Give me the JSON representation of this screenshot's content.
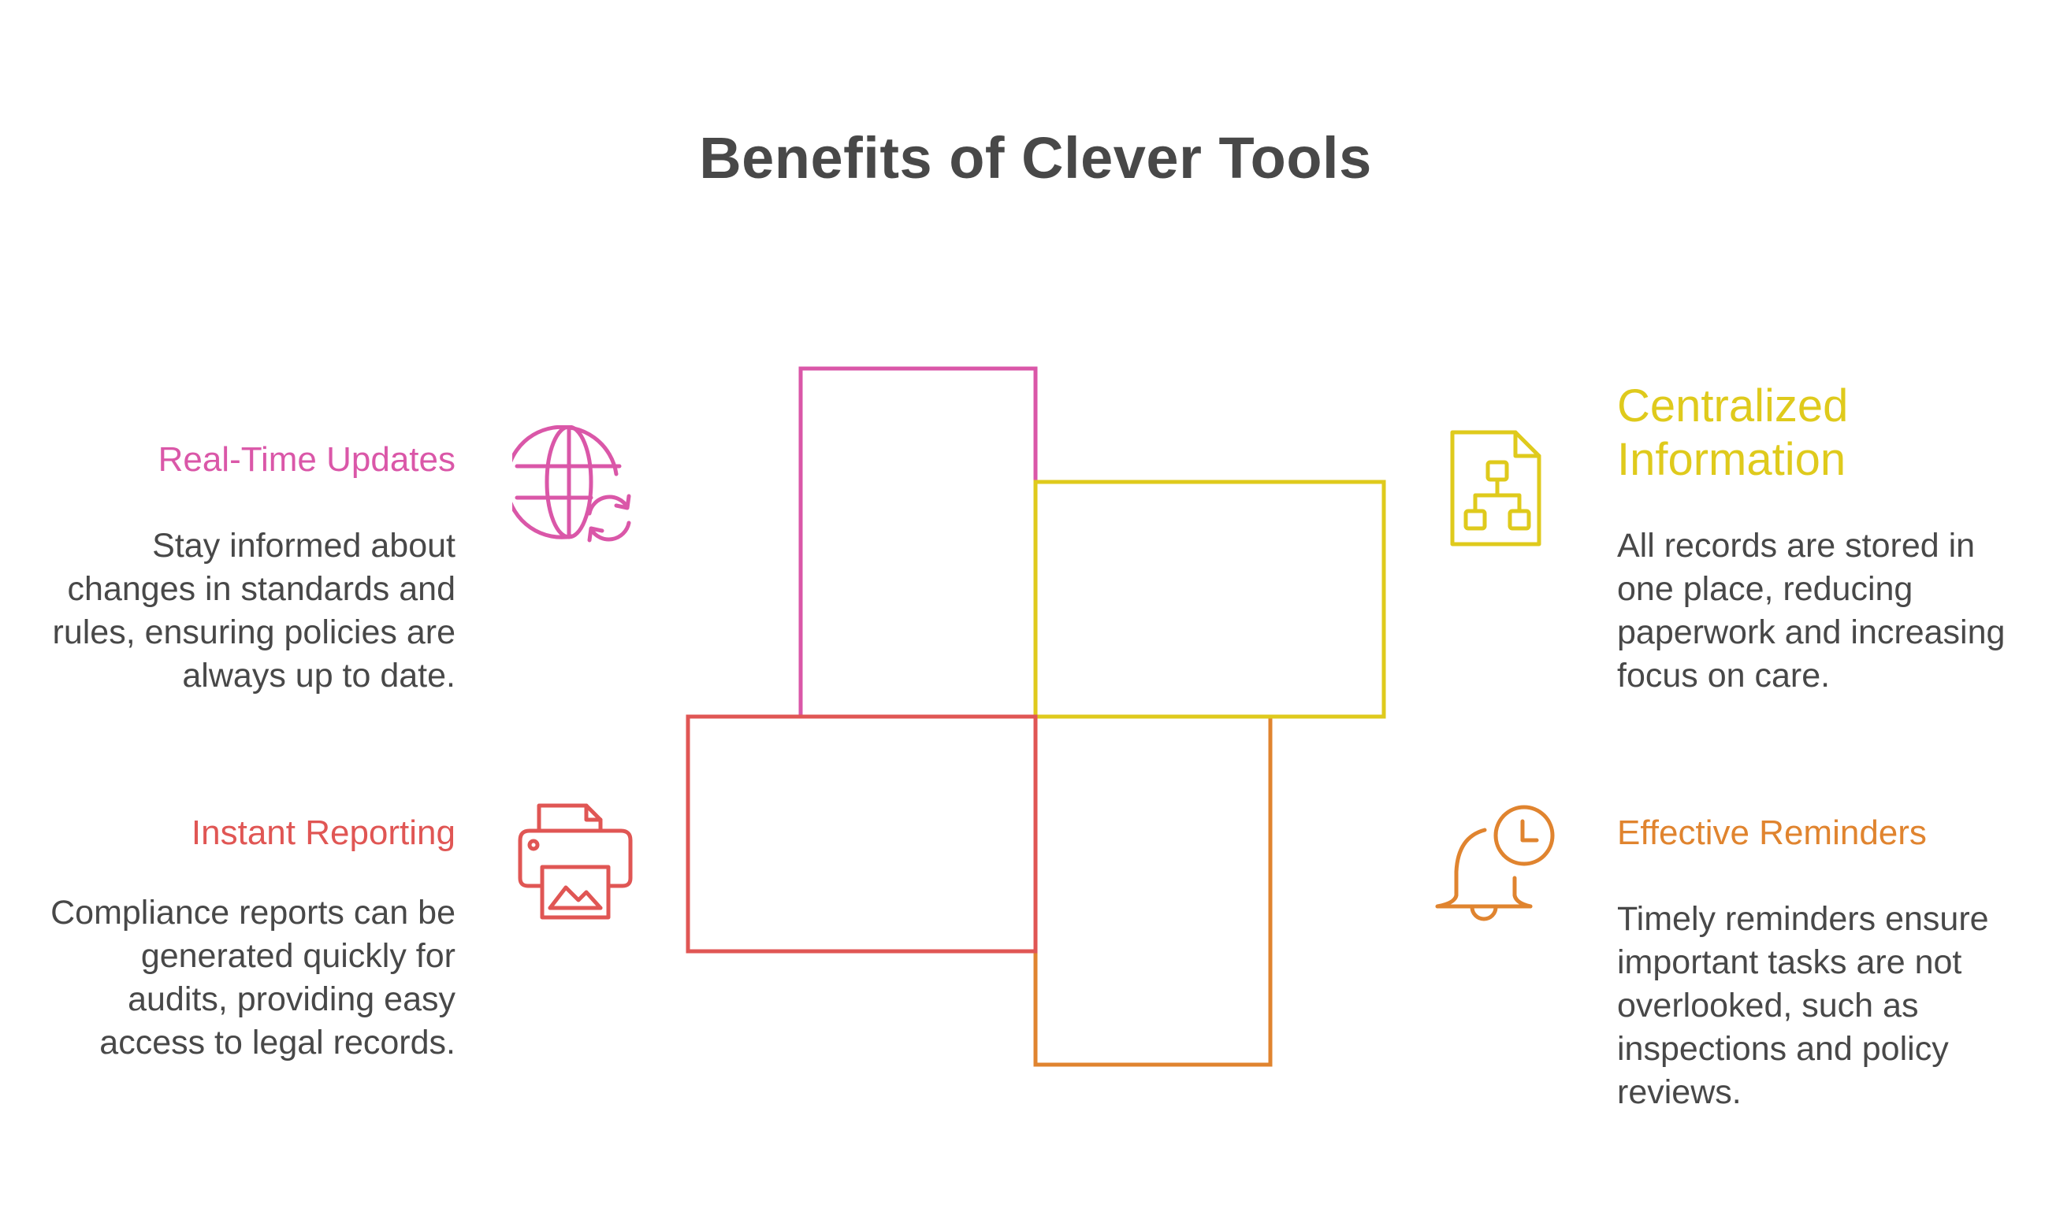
{
  "title": "Benefits of Clever Tools",
  "colors": {
    "pink": "#DA57A8",
    "yellow": "#DFCA1C",
    "red": "#E05654",
    "orange": "#E0842F",
    "text": "#484848"
  },
  "items": [
    {
      "title": "Real-Time Updates",
      "description": "Stay informed about changes in standards and rules, ensuring policies are always up to date.",
      "icon": "globe-refresh-icon"
    },
    {
      "title": "Centralized Information",
      "description": "All records are stored in one place, reducing paperwork and increasing focus on care.",
      "icon": "sitemap-file-icon"
    },
    {
      "title": "Instant Reporting",
      "description": "Compliance reports can be generated quickly for audits, providing easy access to legal records.",
      "icon": "printer-icon"
    },
    {
      "title": "Effective Reminders",
      "description": "Timely reminders ensure important tasks are not overlooked, such as inspections and policy reviews.",
      "icon": "bell-clock-icon"
    }
  ]
}
